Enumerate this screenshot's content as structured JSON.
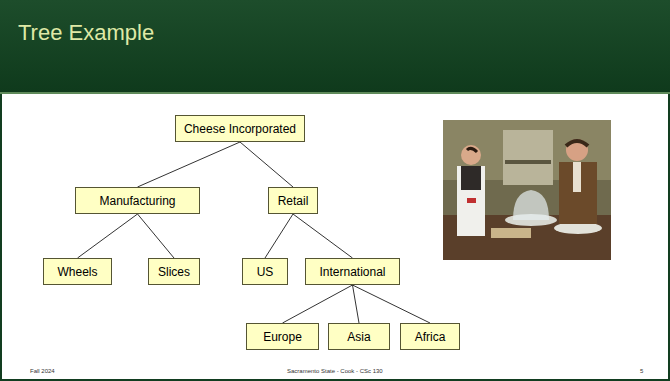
{
  "diagram": {
    "title": "Tree Example",
    "nodes": [
      {
        "text": [
          "Cheese Incorporated"
        ]
      },
      {
        "text": [
          "Manufacturing"
        ]
      },
      {
        "text": [
          "Retail"
        ]
      },
      {
        "text": [
          "Wheels"
        ]
      },
      {
        "text": [
          "Slices"
        ]
      },
      {
        "text": [
          "US"
        ]
      },
      {
        "text": [
          "International"
        ]
      },
      {
        "text": [
          "Europe"
        ]
      },
      {
        "text": [
          "Asia"
        ]
      },
      {
        "text": [
          "Africa"
        ]
      }
    ],
    "edges": [
      {
        "from": 0,
        "to": 1,
        "arrow": "none"
      },
      {
        "from": 0,
        "to": 2,
        "arrow": "none"
      },
      {
        "from": 1,
        "to": 3,
        "arrow": "none"
      },
      {
        "from": 1,
        "to": 4,
        "arrow": "none"
      },
      {
        "from": 2,
        "to": 5,
        "arrow": "none"
      },
      {
        "from": 2,
        "to": 6,
        "arrow": "none"
      },
      {
        "from": 6,
        "to": 7,
        "arrow": "none"
      },
      {
        "from": 6,
        "to": 8,
        "arrow": "none"
      },
      {
        "from": 6,
        "to": 9,
        "arrow": "none"
      }
    ],
    "labels": [
      "Fall 2024",
      "Sacramento State - Cook - CSc 130",
      "5"
    ]
  }
}
